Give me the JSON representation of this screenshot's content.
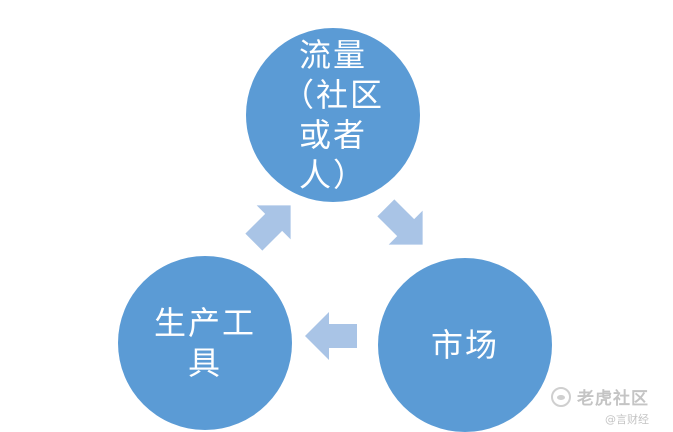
{
  "nodes": {
    "top": {
      "label": "流量（社区或者人）"
    },
    "right": {
      "label": "市场"
    },
    "left": {
      "label": "生产工具"
    }
  },
  "colors": {
    "node": "#5b9bd5",
    "arrow": "#a9c4e6"
  },
  "watermark": {
    "title": "老虎社区",
    "subtitle": "@言财经"
  }
}
